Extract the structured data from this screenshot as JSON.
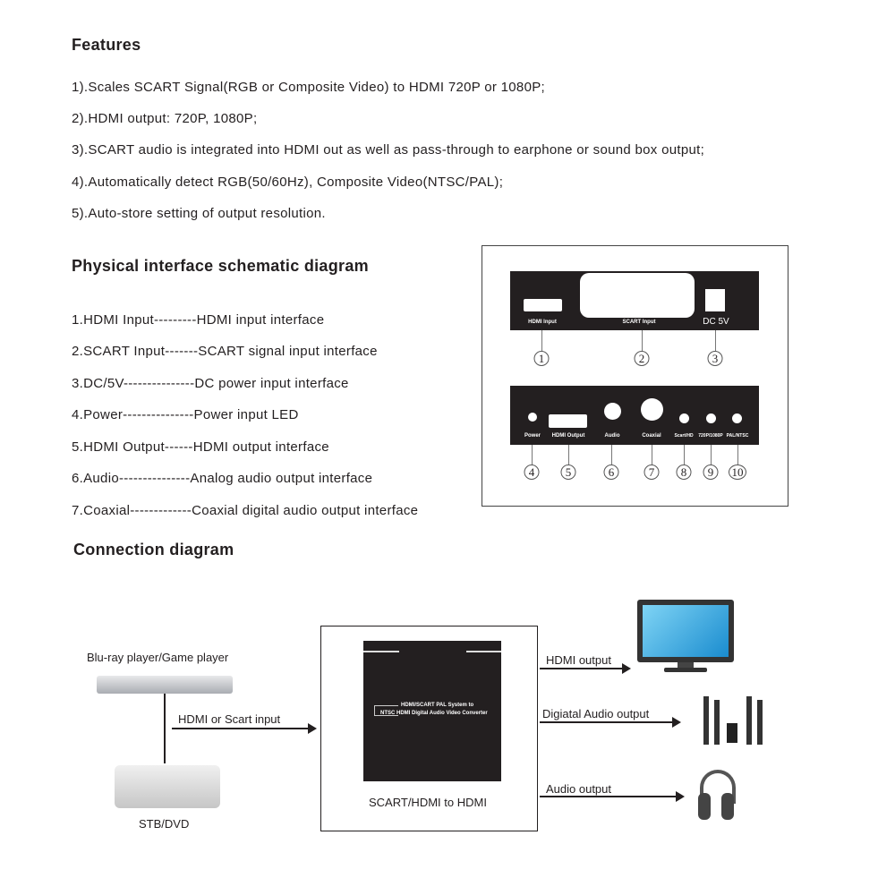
{
  "features": {
    "title": "Features",
    "items": [
      "1).Scales SCART Signal(RGB or Composite Video) to HDMI 720P or 1080P;",
      "2).HDMI output: 720P, 1080P;",
      "3).SCART audio is integrated into HDMI out as well as pass-through to earphone or sound box output;",
      "4).Automatically detect RGB(50/60Hz), Composite Video(NTSC/PAL);",
      "5).Auto-store setting of output resolution."
    ]
  },
  "physical": {
    "title": "Physical interface schematic diagram",
    "items": [
      "1.HDMI Input---------HDMI input interface",
      "2.SCART Input-------SCART signal input interface",
      "3.DC/5V---------------DC power input interface",
      "4.Power---------------Power input LED",
      "5.HDMI Output------HDMI output interface",
      "6.Audio---------------Analog audio output interface",
      "7.Coaxial-------------Coaxial digital audio output interface"
    ]
  },
  "panel_top": {
    "labels": [
      "HDMI Input",
      "SCART Input",
      "DC 5V"
    ],
    "numbers": [
      "1",
      "2",
      "3"
    ]
  },
  "panel_bottom": {
    "labels": [
      "Power",
      "HDMI Output",
      "Audio",
      "Coaxial",
      "Scart/HD",
      "720P/1080P",
      "PAL/NTSC"
    ],
    "numbers": [
      "4",
      "5",
      "6",
      "7",
      "8",
      "9",
      "10"
    ]
  },
  "connection": {
    "title": "Connection diagram",
    "source_top": "Blu-ray player/Game player",
    "source_bottom": "STB/DVD",
    "input_label": "HDMI or Scart input",
    "device_text_1": "HDMI/SCART PAL System to",
    "device_text_2": "NTSC HDMI Digital Audio Video Converter",
    "device_caption": "SCART/HDMI to HDMI",
    "outputs": [
      "HDMI output",
      "Digiatal Audio  output",
      "Audio  output"
    ]
  }
}
